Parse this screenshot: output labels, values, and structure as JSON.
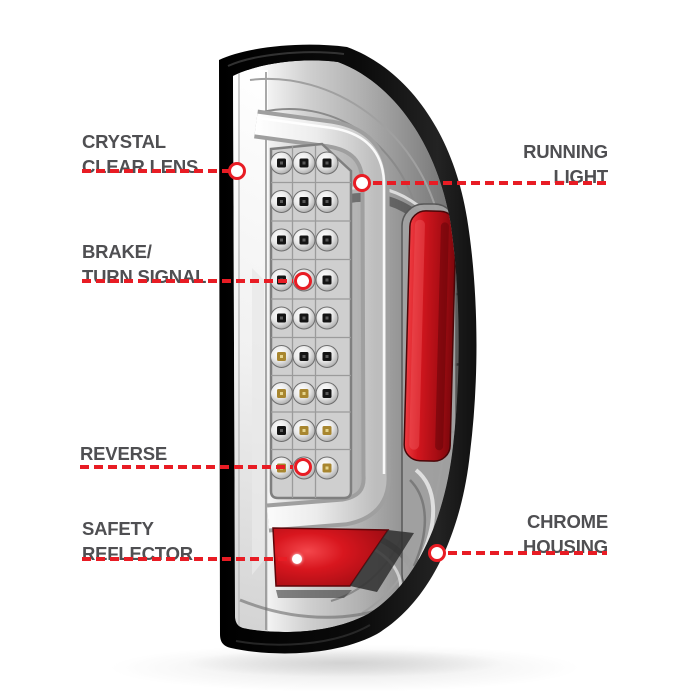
{
  "colors": {
    "background": "#ffffff",
    "leader_red": "#e81c24",
    "label_gray": "#4f4f52",
    "housing_black": "#0d0d0d",
    "chrome_light": "#f4f4f4",
    "chrome_dark": "#6e6e6e",
    "reflector_red": "#cf141c",
    "amber_led": "#a8862f"
  },
  "callouts": [
    {
      "id": "crystal-clear-lens",
      "lines": [
        "CRYSTAL",
        "CLEAR LENS"
      ],
      "side": "left",
      "marker": "ring"
    },
    {
      "id": "running-light",
      "lines": [
        "RUNNING",
        "LIGHT"
      ],
      "side": "right",
      "marker": "ring"
    },
    {
      "id": "brake-turn-signal",
      "lines": [
        "BRAKE/",
        "TURN SIGNAL"
      ],
      "side": "left",
      "marker": "ring"
    },
    {
      "id": "reverse",
      "lines": [
        "REVERSE"
      ],
      "side": "left",
      "marker": "ring"
    },
    {
      "id": "safety-reflector",
      "lines": [
        "SAFETY",
        "REFLECTOR"
      ],
      "side": "left",
      "marker": "dot"
    },
    {
      "id": "chrome-housing",
      "lines": [
        "CHROME",
        "HOUSING"
      ],
      "side": "right",
      "marker": "ring"
    }
  ]
}
